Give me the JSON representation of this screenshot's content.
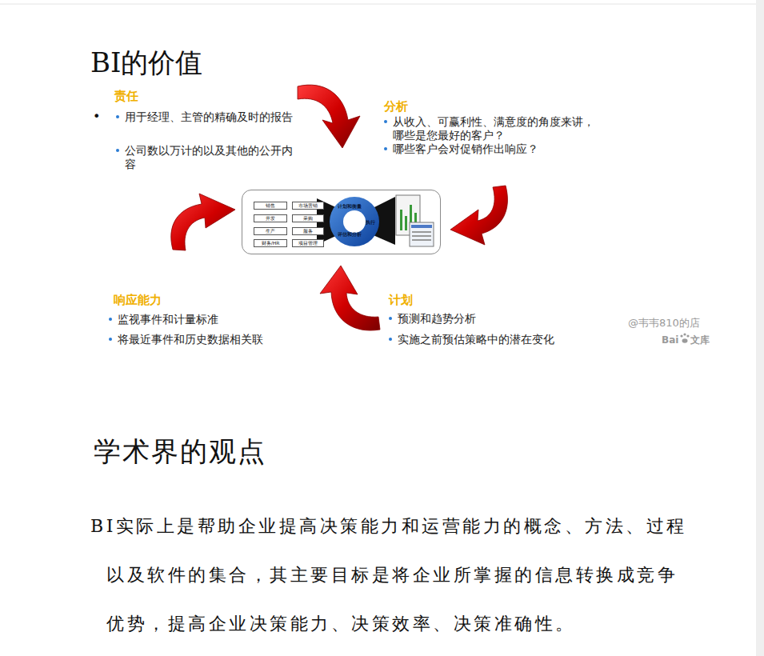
{
  "diagram": {
    "title": "BI的价值",
    "nodes": [
      {
        "text": [
          "计划和衡量",
          "执行",
          "评估和分析"
        ]
      },
      {
        "text": [
          "销售"
        ],
        "in": 0
      },
      {
        "text": [
          "市场营销"
        ],
        "in": 0
      },
      {
        "text": [
          "开发"
        ],
        "in": 0
      },
      {
        "text": [
          "采购"
        ],
        "in": 0
      },
      {
        "text": [
          "生产"
        ],
        "in": 0
      },
      {
        "text": [
          "服务"
        ],
        "in": 0
      },
      {
        "text": [
          "财务/HR"
        ],
        "in": 0
      },
      {
        "text": [
          "项目管理"
        ],
        "in": 0
      }
    ],
    "labels": [
      "•",
      "责任",
      "用于经理、主管的精确及时的报告",
      "公司数以万计的以及其他的公开内容",
      "分析",
      "从收入、可赢利性、满意度的角度来讲，哪些是您最好的客户？",
      "哪些客户会对促销作出响应？",
      "响应能力",
      "监视事件和计量标准",
      "将最近事件和历史数据相关联",
      "计划",
      "预测和趋势分析",
      "实施之前预估策略中的潜在变化",
      "@韦韦810的店",
      "Bai",
      "文库",
      "学术界的观点",
      "BI实际上是帮助企业提高决策能力和运营能力的概念、方法、过程以及软件的集合，其主要目标是将企业所掌握的信息转换成竞争优势，提高企业决策能力、决策效率、决策准确性。"
    ]
  }
}
